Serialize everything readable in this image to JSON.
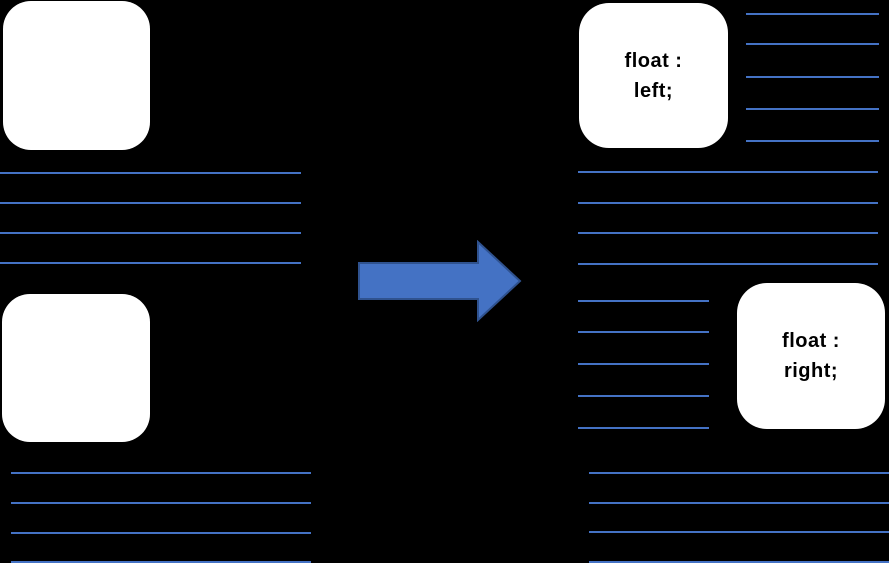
{
  "colors": {
    "background": "#000000",
    "line": "#4472C4",
    "arrow-fill": "#4472C4",
    "arrow-border": "#2F528F",
    "box-bg": "#FFFFFF",
    "box-text": "#000000"
  },
  "labels": {
    "float_left": {
      "line1": "float :",
      "line2": "left;"
    },
    "float_right": {
      "line1": "float :",
      "line2": "right;"
    }
  }
}
